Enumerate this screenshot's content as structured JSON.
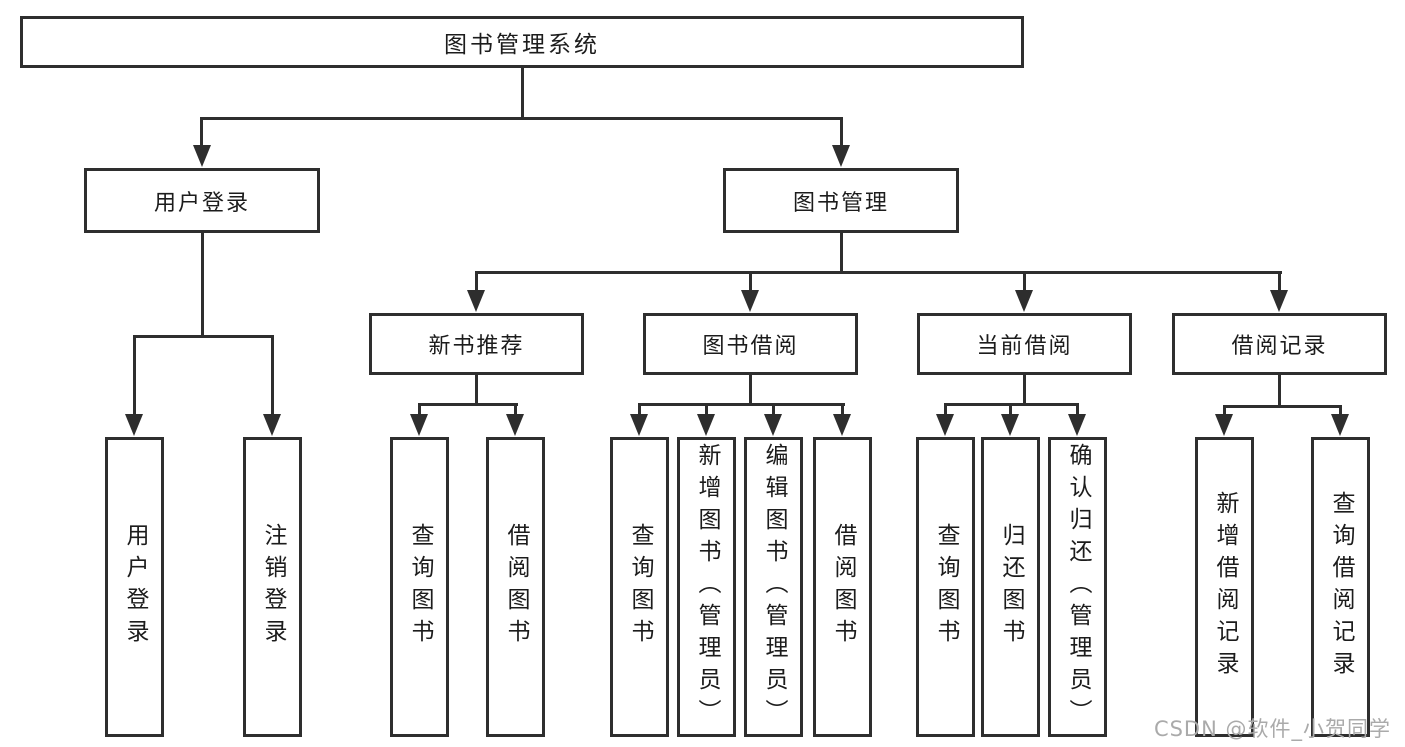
{
  "diagram": {
    "root": "图书管理系统",
    "level2": {
      "user_login": "用户登录",
      "book_mgmt": "图书管理"
    },
    "level3": {
      "new_book_rec": "新书推荐",
      "book_borrow": "图书借阅",
      "current_borrow": "当前借阅",
      "borrow_records": "借阅记录"
    },
    "leaves": {
      "user_login": "用户登录",
      "logout": "注销登录",
      "rec_query_books": "查询图书",
      "rec_borrow_books": "借阅图书",
      "borrow_query_books": "查询图书",
      "borrow_add_books": "新增图书（管理员）",
      "borrow_edit_books": "编辑图书（管理员）",
      "borrow_borrow_books": "借阅图书",
      "current_query_books": "查询图书",
      "current_return_books": "归还图书",
      "current_confirm_return": "确认归还（管理员）",
      "records_add_record": "新增借阅记录",
      "records_query_record": "查询借阅记录"
    },
    "colors": {
      "line": "#2e2e2e",
      "text": "#1c1c1c",
      "background": "#ffffff",
      "watermark": "#aaaaaa"
    }
  },
  "watermark": "CSDN @软件_小贺同学"
}
